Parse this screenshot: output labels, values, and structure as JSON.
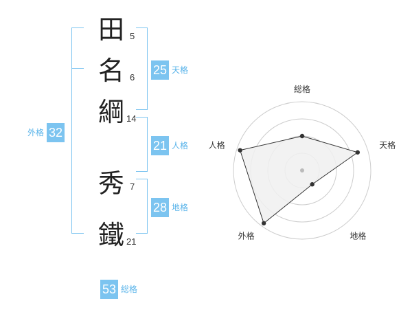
{
  "name": {
    "chars": [
      {
        "char": "田",
        "strokes": "5"
      },
      {
        "char": "名",
        "strokes": "6"
      },
      {
        "char": "綱",
        "strokes": "14"
      },
      {
        "char": "秀",
        "strokes": "7"
      },
      {
        "char": "鐵",
        "strokes": "21"
      }
    ]
  },
  "kakusu": {
    "tenkaku": {
      "value": "25",
      "label": "天格"
    },
    "jinkaku": {
      "value": "21",
      "label": "人格"
    },
    "chikaku": {
      "value": "28",
      "label": "地格"
    },
    "gaikaku": {
      "value": "32",
      "label": "外格"
    },
    "soukaku": {
      "value": "53",
      "label": "総格"
    }
  },
  "chart_data": {
    "type": "radar",
    "axes": [
      "総格",
      "天格",
      "地格",
      "外格",
      "人格"
    ],
    "values": [
      0.5,
      0.85,
      0.25,
      0.95,
      0.95
    ],
    "range": [
      0,
      1
    ],
    "rings": 4,
    "colors": {
      "fill": "#f0f0f0",
      "line": "#333333",
      "ring": "#cccccc",
      "point": "#333333",
      "center": "#bbbbbb"
    }
  },
  "colors": {
    "accent": "#7cc4f0",
    "accent_text": "#5ab4ea"
  }
}
